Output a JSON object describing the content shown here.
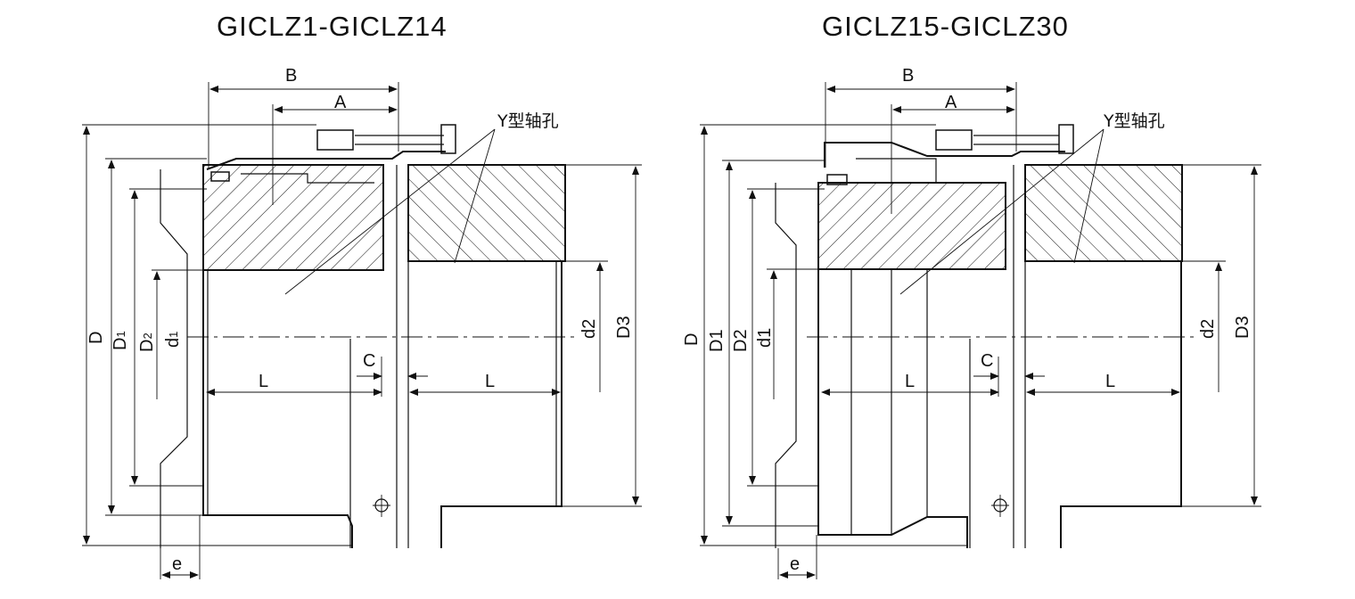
{
  "diagrams": [
    {
      "title": "GICLZ1-GICLZ14",
      "labels": {
        "B": "B",
        "A": "A",
        "D": "D",
        "D1_main": "D",
        "D1_sub": "1",
        "D2_main": "D",
        "D2_sub": "2",
        "d1_main": "d",
        "d1_sub": "1",
        "d2": "d2",
        "D3": "D3",
        "L": "L",
        "C": "C",
        "e": "e",
        "y_bore": "Y型轴孔"
      }
    },
    {
      "title": "GICLZ15-GICLZ30",
      "labels": {
        "B": "B",
        "A": "A",
        "D": "D",
        "D1": "D1",
        "D2": "D2",
        "d1": "d1",
        "d2": "d2",
        "D3": "D3",
        "L": "L",
        "C": "C",
        "e": "e",
        "y_bore": "Y型轴孔"
      }
    }
  ]
}
